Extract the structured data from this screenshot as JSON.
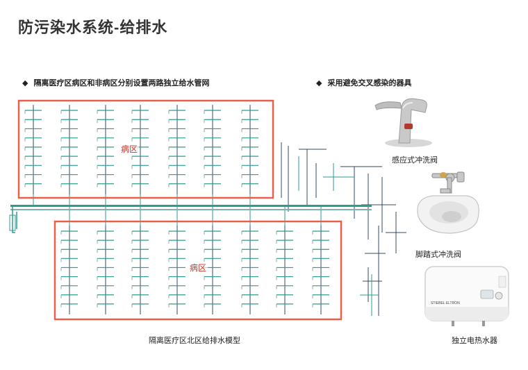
{
  "page": {
    "title": "防污染水系统-给排水",
    "bullets": [
      "隔离医疗区病区和非病区分别设置两路独立给水管网",
      "采用避免交叉感染的器具"
    ]
  },
  "diagram": {
    "zone_labels": [
      "病区",
      "病区"
    ],
    "caption": "隔离医疗区北区给排水模型"
  },
  "products": [
    {
      "caption": "感应式冲洗阀",
      "icon": "sensor-faucet-icon"
    },
    {
      "caption": "脚踏式冲洗阀",
      "icon": "squat-toilet-icon"
    },
    {
      "caption": "独立电热水器",
      "icon": "water-heater-icon",
      "brand": "STIEBEL ELTRON"
    }
  ],
  "colors": {
    "zone_border": "#e8604c",
    "pipe_main": "#2a9d8f",
    "pipe_branch": "#34495e"
  }
}
